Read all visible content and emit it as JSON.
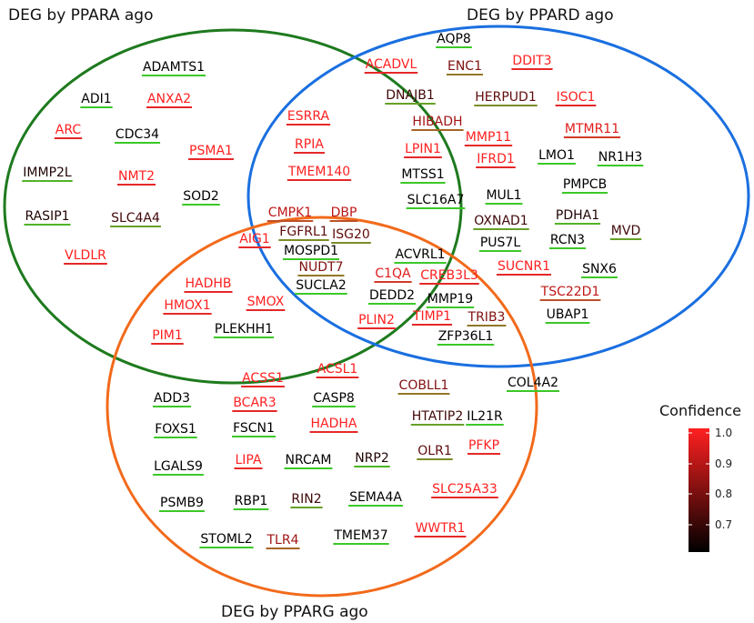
{
  "sets": [
    {
      "label": "DEG by PPARA ago",
      "color": "#1e7a1e"
    },
    {
      "label": "DEG by PPARD ago",
      "color": "#1a6fe0"
    },
    {
      "label": "DEG by PPARG ago",
      "color": "#f26a1b"
    }
  ],
  "legend": {
    "title": "Confidence",
    "ticks": [
      "1.0",
      "0.9",
      "0.8",
      "0.7"
    ],
    "min": 0.6,
    "max": 1.0,
    "low_color": "#000000",
    "high_color": "#ff2020"
  },
  "genes": [
    {
      "name": "ADAMTS1",
      "c": 0.6
    },
    {
      "name": "ADI1",
      "c": 0.6
    },
    {
      "name": "ANXA2",
      "c": 1.0
    },
    {
      "name": "ARC",
      "c": 1.0
    },
    {
      "name": "CDC34",
      "c": 0.6
    },
    {
      "name": "PSMA1",
      "c": 1.0
    },
    {
      "name": "IMMP2L",
      "c": 0.65
    },
    {
      "name": "NMT2",
      "c": 1.0
    },
    {
      "name": "SOD2",
      "c": 0.6
    },
    {
      "name": "RASIP1",
      "c": 0.65
    },
    {
      "name": "SLC4A4",
      "c": 0.7
    },
    {
      "name": "VLDLR",
      "c": 1.0
    },
    {
      "name": "ESRRA",
      "c": 1.0
    },
    {
      "name": "RPIA",
      "c": 1.0
    },
    {
      "name": "TMEM140",
      "c": 1.0
    },
    {
      "name": "AQP8",
      "c": 0.6
    },
    {
      "name": "ACADVL",
      "c": 1.0
    },
    {
      "name": "ENC1",
      "c": 0.8
    },
    {
      "name": "DDIT3",
      "c": 1.0
    },
    {
      "name": "DNAJB1",
      "c": 0.7
    },
    {
      "name": "HERPUD1",
      "c": 0.75
    },
    {
      "name": "ISOC1",
      "c": 1.0
    },
    {
      "name": "HIBADH",
      "c": 0.85
    },
    {
      "name": "MMP11",
      "c": 1.0
    },
    {
      "name": "MTMR11",
      "c": 0.95
    },
    {
      "name": "LPIN1",
      "c": 1.0
    },
    {
      "name": "IFRD1",
      "c": 1.0
    },
    {
      "name": "LMO1",
      "c": 0.6
    },
    {
      "name": "NR1H3",
      "c": 0.6
    },
    {
      "name": "MTSS1",
      "c": 0.6
    },
    {
      "name": "PMPCB",
      "c": 0.6
    },
    {
      "name": "SLC16A7",
      "c": 0.6
    },
    {
      "name": "MUL1",
      "c": 0.6
    },
    {
      "name": "OXNAD1",
      "c": 0.7
    },
    {
      "name": "PDHA1",
      "c": 0.65
    },
    {
      "name": "MVD",
      "c": 0.7
    },
    {
      "name": "PUS7L",
      "c": 0.6
    },
    {
      "name": "RCN3",
      "c": 0.6
    },
    {
      "name": "SUCNR1",
      "c": 1.0
    },
    {
      "name": "SNX6",
      "c": 0.6
    },
    {
      "name": "TSC22D1",
      "c": 0.9
    },
    {
      "name": "UBAP1",
      "c": 0.6
    },
    {
      "name": "CMPK1",
      "c": 0.9
    },
    {
      "name": "DBP",
      "c": 0.9
    },
    {
      "name": "FGFRL1",
      "c": 0.75
    },
    {
      "name": "ISG20",
      "c": 0.75
    },
    {
      "name": "MOSPD1",
      "c": 0.6
    },
    {
      "name": "NUDT7",
      "c": 0.8
    },
    {
      "name": "SUCLA2",
      "c": 0.6
    },
    {
      "name": "AIG1",
      "c": 1.0
    },
    {
      "name": "HADHB",
      "c": 1.0
    },
    {
      "name": "HMOX1",
      "c": 1.0
    },
    {
      "name": "SMOX",
      "c": 1.0
    },
    {
      "name": "PIM1",
      "c": 1.0
    },
    {
      "name": "PLEKHH1",
      "c": 0.6
    },
    {
      "name": "ACVRL1",
      "c": 0.6
    },
    {
      "name": "C1QA",
      "c": 0.95
    },
    {
      "name": "CREB3L3",
      "c": 1.0
    },
    {
      "name": "DEDD2",
      "c": 0.6
    },
    {
      "name": "MMP19",
      "c": 0.6
    },
    {
      "name": "PLIN2",
      "c": 1.0
    },
    {
      "name": "TIMP1",
      "c": 1.0
    },
    {
      "name": "TRIB3",
      "c": 0.8
    },
    {
      "name": "ZFP36L1",
      "c": 0.6
    },
    {
      "name": "ACSS1",
      "c": 1.0
    },
    {
      "name": "ACSL1",
      "c": 1.0
    },
    {
      "name": "ADD3",
      "c": 0.6
    },
    {
      "name": "BCAR3",
      "c": 1.0
    },
    {
      "name": "CASP8",
      "c": 0.6
    },
    {
      "name": "COBLL1",
      "c": 0.8
    },
    {
      "name": "COL4A2",
      "c": 0.6
    },
    {
      "name": "FOXS1",
      "c": 0.6
    },
    {
      "name": "FSCN1",
      "c": 0.6
    },
    {
      "name": "HADHA",
      "c": 1.0
    },
    {
      "name": "HTATIP2",
      "c": 0.7
    },
    {
      "name": "IL21R",
      "c": 0.6
    },
    {
      "name": "LGALS9",
      "c": 0.6
    },
    {
      "name": "LIPA",
      "c": 1.0
    },
    {
      "name": "NRCAM",
      "c": 0.6
    },
    {
      "name": "NRP2",
      "c": 0.65
    },
    {
      "name": "OLR1",
      "c": 0.75
    },
    {
      "name": "PFKP",
      "c": 1.0
    },
    {
      "name": "PSMB9",
      "c": 0.6
    },
    {
      "name": "RBP1",
      "c": 0.6
    },
    {
      "name": "RIN2",
      "c": 0.7
    },
    {
      "name": "SEMA4A",
      "c": 0.6
    },
    {
      "name": "SLC25A33",
      "c": 1.0
    },
    {
      "name": "STOML2",
      "c": 0.6
    },
    {
      "name": "TLR4",
      "c": 0.85
    },
    {
      "name": "TMEM37",
      "c": 0.6
    },
    {
      "name": "WWTR1",
      "c": 1.0
    }
  ]
}
